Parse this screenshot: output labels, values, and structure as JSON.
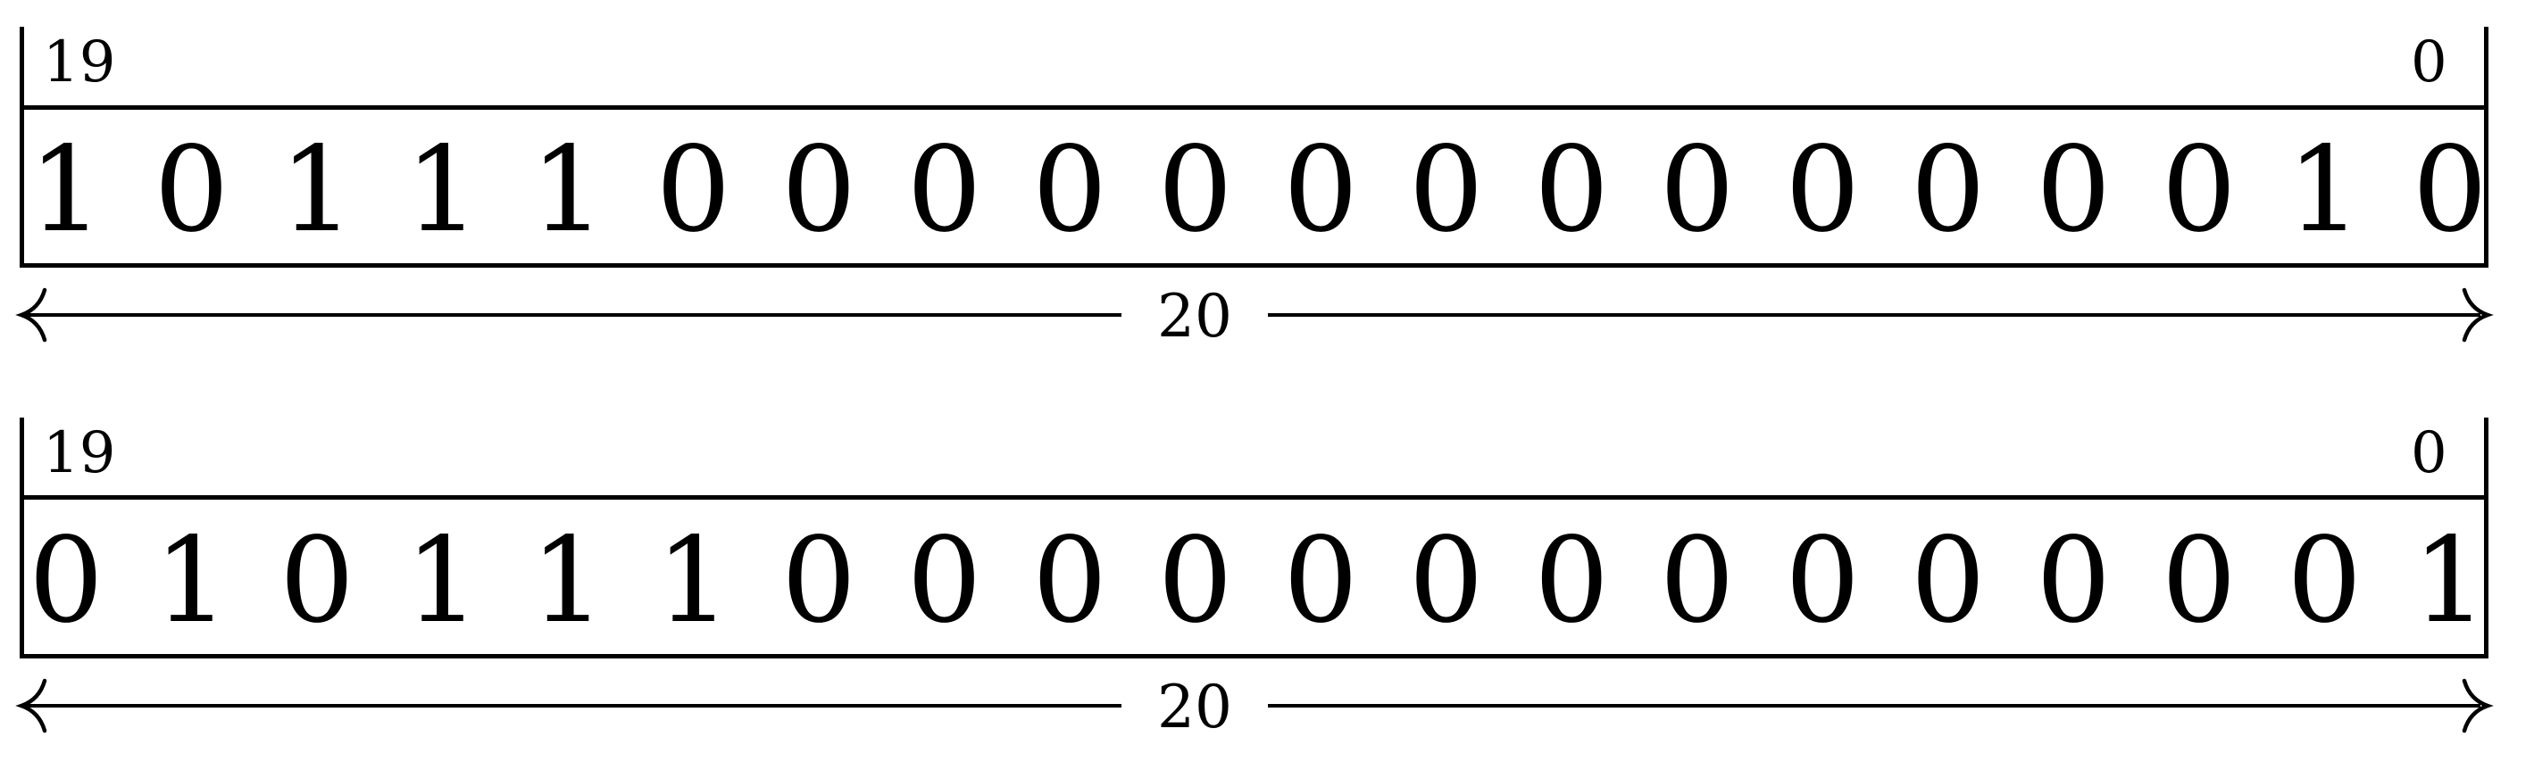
{
  "registers": [
    {
      "msb_label": "19",
      "lsb_label": "0",
      "bits": [
        "1",
        "0",
        "1",
        "1",
        "1",
        "0",
        "0",
        "0",
        "0",
        "0",
        "0",
        "0",
        "0",
        "0",
        "0",
        "0",
        "0",
        "0",
        "1",
        "0"
      ],
      "width_label": "20"
    },
    {
      "msb_label": "19",
      "lsb_label": "0",
      "bits": [
        "0",
        "1",
        "0",
        "1",
        "1",
        "1",
        "0",
        "0",
        "0",
        "0",
        "0",
        "0",
        "0",
        "0",
        "0",
        "0",
        "0",
        "0",
        "0",
        "1"
      ],
      "width_label": "20"
    }
  ]
}
